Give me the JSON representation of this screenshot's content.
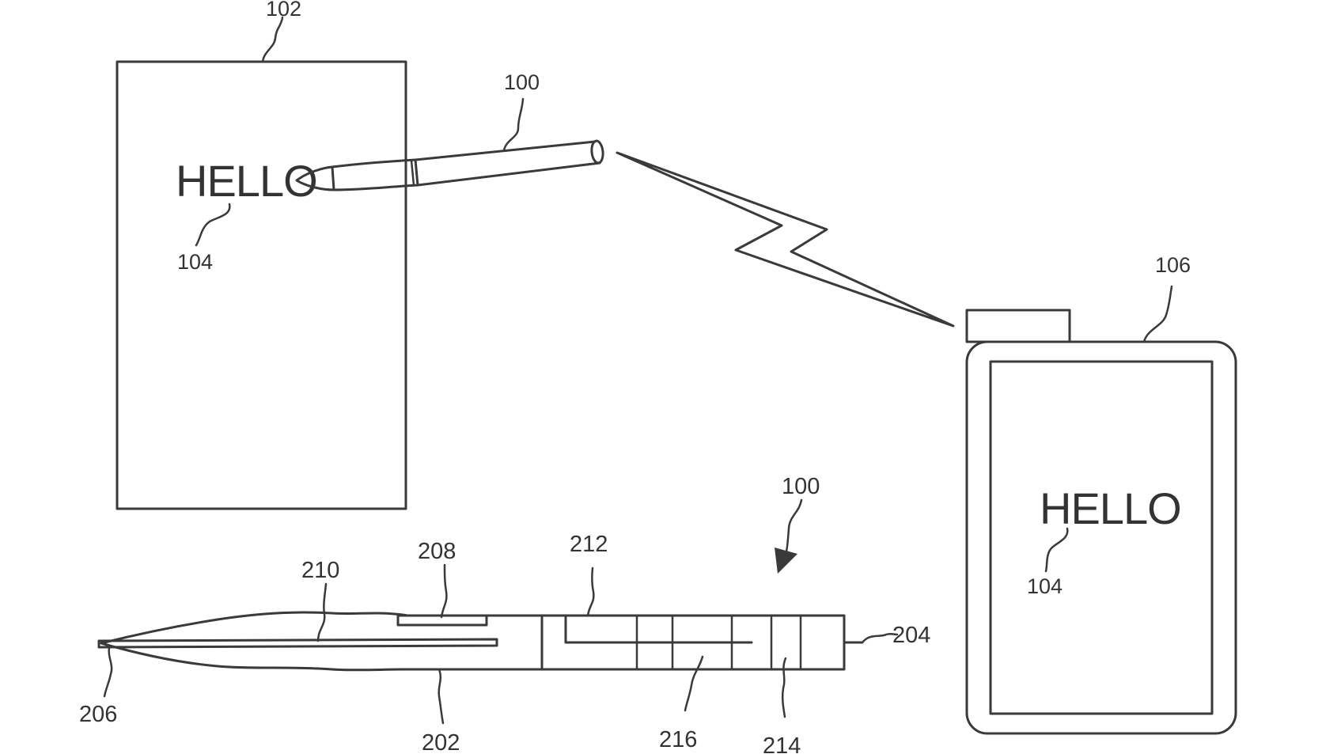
{
  "figure": {
    "writing_text": "HELLO",
    "display_text": "HELLO",
    "labels": {
      "paper": "102",
      "stylus_top": "100",
      "stylus_bottom": "100",
      "written_text_left": "104",
      "written_text_right": "104",
      "device": "106",
      "housing": "202",
      "end_cap": "204",
      "tip": "206",
      "component_208": "208",
      "component_210": "210",
      "component_212": "212",
      "component_214": "214",
      "component_216": "216"
    }
  }
}
